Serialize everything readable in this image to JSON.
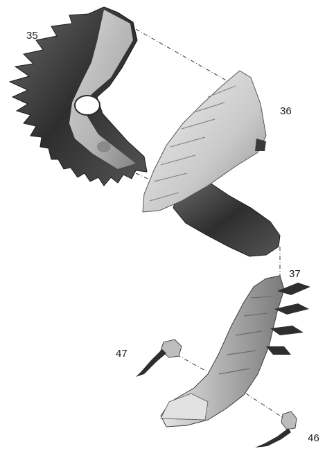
{
  "labels": {
    "part_35": "35",
    "part_36": "36",
    "part_37": "37",
    "part_46": "46",
    "part_47": "47"
  },
  "colors": {
    "background": "#ffffff",
    "part_light": "#d9d9d9",
    "part_mid": "#9a9a9a",
    "part_dark": "#3a3a3a",
    "guide_line": "#333333"
  }
}
